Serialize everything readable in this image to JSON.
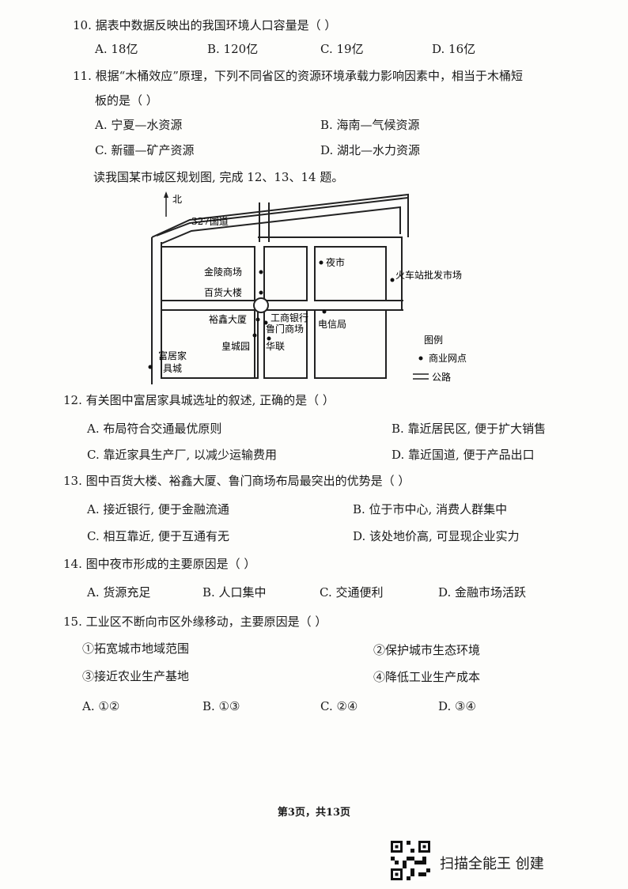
{
  "questions": {
    "q10": {
      "stem": "10.  据表中数据反映出的我国环境人口容量是（     ）",
      "options": [
        "A.  18亿",
        "B.  120亿",
        "C.  19亿",
        "D.  16亿"
      ]
    },
    "q11": {
      "stem_line1": "11.  根据“木桶效应”原理，下列不同省区的资源环境承载力影响因素中，相当于木桶短",
      "stem_line2": "板的是（     ）",
      "options": [
        "A.  宁夏—水资源",
        "B.  海南—气候资源",
        "C.  新疆—矿产资源",
        "D.  湖北—水力资源"
      ]
    },
    "intro": "读我国某市城区规划图, 完成 12、13、14 题。",
    "q12": {
      "stem": "12.  有关图中富居家具城选址的叙述, 正确的是（     ）",
      "options": [
        "A.  布局符合交通最优原则",
        "B.  靠近居民区, 便于扩大销售",
        "C.  靠近家具生产厂, 以减少运输费用",
        "D.  靠近国道, 便于产品出口"
      ]
    },
    "q13": {
      "stem": "13.  图中百货大楼、裕鑫大厦、鲁门商场布局最突出的优势是（     ）",
      "options": [
        "A.  接近银行, 便于金融流通",
        "B.  位于市中心, 消费人群集中",
        "C.  相互靠近, 便于互通有无",
        "D.  该处地价高, 可显现企业实力"
      ]
    },
    "q14": {
      "stem": "14.  图中夜市形成的主要原因是（     ）",
      "options": [
        "A.  货源充足",
        "B.  人口集中",
        "C.  交通便利",
        "D.  金融市场活跃"
      ]
    },
    "q15": {
      "stem": "15.  工业区不断向市区外缘移动，主要原因是（     ）",
      "items": [
        "①拓宽城市地域范围",
        "②保护城市生态环境",
        "③接近农业生产基地",
        "④降低工业生产成本"
      ],
      "options": [
        "A.  ①②",
        "B.  ①③",
        "C.  ②④",
        "D.  ③④"
      ]
    }
  },
  "map": {
    "north": "北",
    "road": "327国道",
    "labels": {
      "jinlong": "金陵商场",
      "baihuo": "百货大楼",
      "yuxin": "裕鑫大厦",
      "gongshang": "工商银行",
      "lumen": "鲁门商场",
      "huangcheng": "皇城园",
      "hualian": "华联",
      "yeshi": "夜市",
      "dianxin": "电信局",
      "huoche": "火车站批发市场",
      "fuju1": "富居家",
      "fuju2": "具城"
    },
    "legend": {
      "title": "图例",
      "point": "商业网点",
      "road": "公路"
    }
  },
  "footer": {
    "page": "第3页，共13页"
  },
  "watermark": {
    "brand": "扫描全能王 创建"
  }
}
